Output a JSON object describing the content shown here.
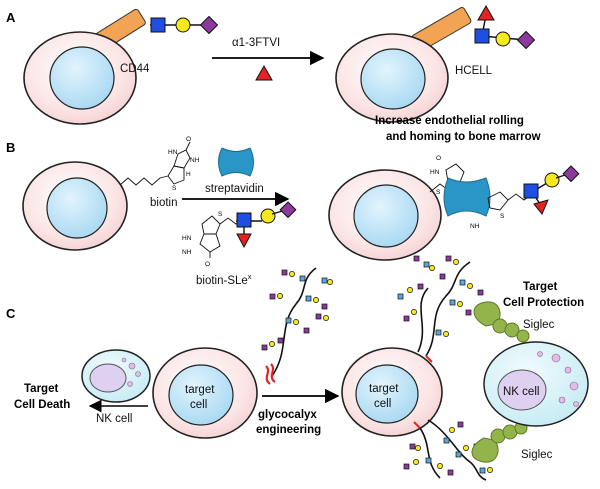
{
  "panels": {
    "a": "A",
    "b": "B",
    "c": "C"
  },
  "panel_a": {
    "cd44_label": "CD44",
    "enzyme_label": "α1-3FTVI",
    "hcell_label": "HCELL",
    "outcome_line1": "Increase endothelial rolling",
    "outcome_line2": "and homing to bone marrow"
  },
  "panel_b": {
    "biotin_label": "biotin",
    "streptavidin_label": "streptavidin",
    "biotin_sle_label": "biotin-SLe",
    "biotin_sle_superscript": "x",
    "chem": {
      "nh": "NH",
      "hn": "HN",
      "h": "H",
      "o": "O",
      "s": "S"
    }
  },
  "panel_c": {
    "target_cell_line1": "target",
    "target_cell_line2": "cell",
    "nk_cell_label": "NK cell",
    "death_line1": "Target",
    "death_line2": "Cell Death",
    "engineering_line1": "glycocalyx",
    "engineering_line2": "engineering",
    "protection_line1": "Target",
    "protection_line2": "Cell Protection",
    "siglec_label": "Siglec",
    "nk_cell_inner_label": "NK cell"
  },
  "colors": {
    "cell_fill": "#fbe4e4",
    "nucleus_fill": "#bfe4f7",
    "cd44_orange": "#f2a354",
    "square_blue": "#1f4fe0",
    "circle_yellow": "#f7e91c",
    "diamond_purple": "#8c3a9c",
    "triangle_red": "#e52222",
    "streptavidin_blue": "#2a96c8",
    "siglec_green": "#93b44a",
    "nk_fill": "#d8f1f7",
    "vesicle_pink": "#e6b8ee"
  }
}
